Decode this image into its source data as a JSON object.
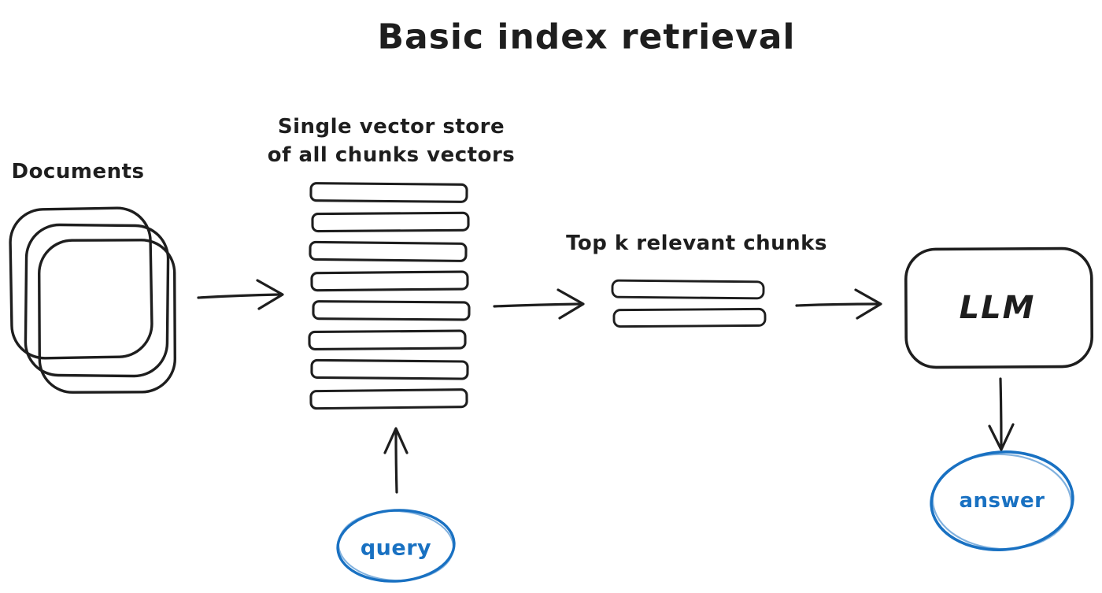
{
  "diagram": {
    "title": "Basic index retrieval",
    "colors": {
      "ink": "#1e1e1e",
      "accent_blue": "#1971c2",
      "background": "#ffffff"
    },
    "nodes": {
      "documents": {
        "label": "Documents",
        "stack_count": 3
      },
      "vector_store": {
        "label_line1": "Single vector store",
        "label_line2": "of all chunks vectors",
        "row_count": 8
      },
      "top_k_chunks": {
        "label": "Top k relevant chunks",
        "row_count": 2
      },
      "llm": {
        "label": "LLM"
      },
      "query": {
        "label": "query"
      },
      "answer": {
        "label": "answer"
      }
    },
    "edges": [
      {
        "from": "documents",
        "to": "vector_store"
      },
      {
        "from": "vector_store",
        "to": "top_k_chunks"
      },
      {
        "from": "top_k_chunks",
        "to": "llm"
      },
      {
        "from": "llm",
        "to": "answer"
      },
      {
        "from": "query",
        "to": "vector_store"
      }
    ]
  }
}
